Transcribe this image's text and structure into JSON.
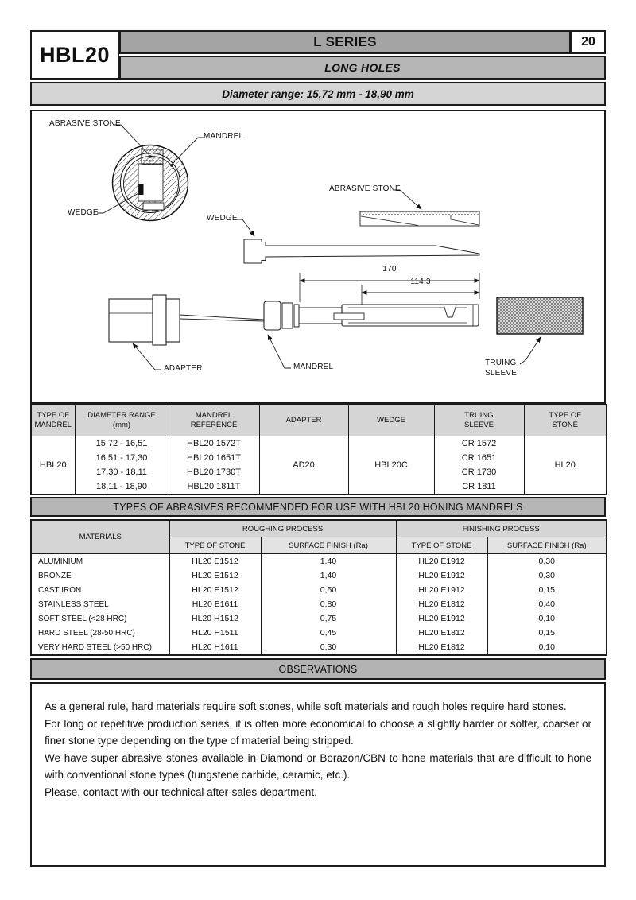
{
  "header": {
    "model": "HBL20",
    "series": "L SERIES",
    "page_number": "20",
    "subtitle": "LONG HOLES",
    "diameter_range": "Diameter range: 15,72 mm - 18,90 mm"
  },
  "diagram": {
    "labels": {
      "abrasive_stone_cross": "ABRASIVE STONE",
      "mandrel_cross": "MANDREL",
      "wedge_cross": "WEDGE",
      "abrasive_stone_side": "ABRASIVE STONE",
      "wedge_side": "WEDGE",
      "dim_total": "170",
      "dim_stone": "114,3",
      "adapter": "ADAPTER",
      "mandrel_side": "MANDREL",
      "truing_sleeve": [
        "TRUING",
        "SLEEVE"
      ]
    }
  },
  "mandrel_table": {
    "headers": [
      [
        "TYPE OF",
        "MANDREL"
      ],
      [
        "DIAMETER RANGE",
        "(mm)"
      ],
      [
        "MANDREL",
        "REFERENCE"
      ],
      [
        "ADAPTER"
      ],
      [
        "WEDGE"
      ],
      [
        "TRUING",
        "SLEEVE"
      ],
      [
        "TYPE OF",
        "STONE"
      ]
    ],
    "row": {
      "type": "HBL20",
      "diameter_ranges": [
        "15,72 - 16,51",
        "16,51 - 17,30",
        "17,30 - 18,11",
        "18,11 - 18,90"
      ],
      "mandrel_references": [
        "HBL20 1572T",
        "HBL20 1651T",
        "HBL20 1730T",
        "HBL20 1811T"
      ],
      "adapter": "AD20",
      "wedge": "HBL20C",
      "truing_sleeves": [
        "CR 1572",
        "CR 1651",
        "CR 1730",
        "CR 1811"
      ],
      "stone_type": "HL20"
    }
  },
  "abrasives": {
    "title": "TYPES OF ABRASIVES RECOMMENDED FOR USE WITH HBL20 HONING MANDRELS",
    "headers": {
      "materials": "MATERIALS",
      "roughing": "ROUGHING  PROCESS",
      "finishing": "FINISHING PROCESS",
      "stone": "TYPE OF STONE",
      "finish": "SURFACE FINISH (Ra)"
    },
    "rows": [
      {
        "material": "ALUMINIUM",
        "rough_stone": "HL20 E1512",
        "rough_ra": "1,40",
        "finish_stone": "HL20 E1912",
        "finish_ra": "0,30"
      },
      {
        "material": "BRONZE",
        "rough_stone": "HL20 E1512",
        "rough_ra": "1,40",
        "finish_stone": "HL20 E1912",
        "finish_ra": "0,30"
      },
      {
        "material": "CAST IRON",
        "rough_stone": "HL20 E1512",
        "rough_ra": "0,50",
        "finish_stone": "HL20 E1912",
        "finish_ra": "0,15"
      },
      {
        "material": "STAINLESS STEEL",
        "rough_stone": "HL20 E1611",
        "rough_ra": "0,80",
        "finish_stone": "HL20 E1812",
        "finish_ra": "0,40"
      },
      {
        "material": "SOFT STEEL (<28 HRC)",
        "rough_stone": "HL20 H1512",
        "rough_ra": "0,75",
        "finish_stone": "HL20 E1912",
        "finish_ra": "0,10"
      },
      {
        "material": "HARD STEEL (28-50 HRC)",
        "rough_stone": "HL20 H1511",
        "rough_ra": "0,45",
        "finish_stone": "HL20 E1812",
        "finish_ra": "0,15"
      },
      {
        "material": "VERY HARD STEEL (>50 HRC)",
        "rough_stone": "HL20 H1611",
        "rough_ra": "0,30",
        "finish_stone": "HL20 E1812",
        "finish_ra": "0,10"
      }
    ]
  },
  "observations": {
    "title": "OBSERVATIONS",
    "paragraphs": [
      "As a general rule, hard materials require soft stones, while soft materials and rough holes require hard stones.",
      "For long or repetitive production series, it is often more economical to choose a slightly harder or softer, coarser or finer stone type depending on the type of material being stripped.",
      "We have super abrasive stones available in Diamond or Borazon/CBN to hone materials that are difficult to hone with conventional stone types (tungstene carbide, ceramic, etc.).",
      "Please, contact with our technical after-sales department."
    ]
  },
  "colors": {
    "bar_dark": "#a4a4a4",
    "bar_medium": "#b6b6b6",
    "bar_light": "#d5d5d5",
    "subheader": "#e3e3e3",
    "border": "#1a1a1a"
  }
}
